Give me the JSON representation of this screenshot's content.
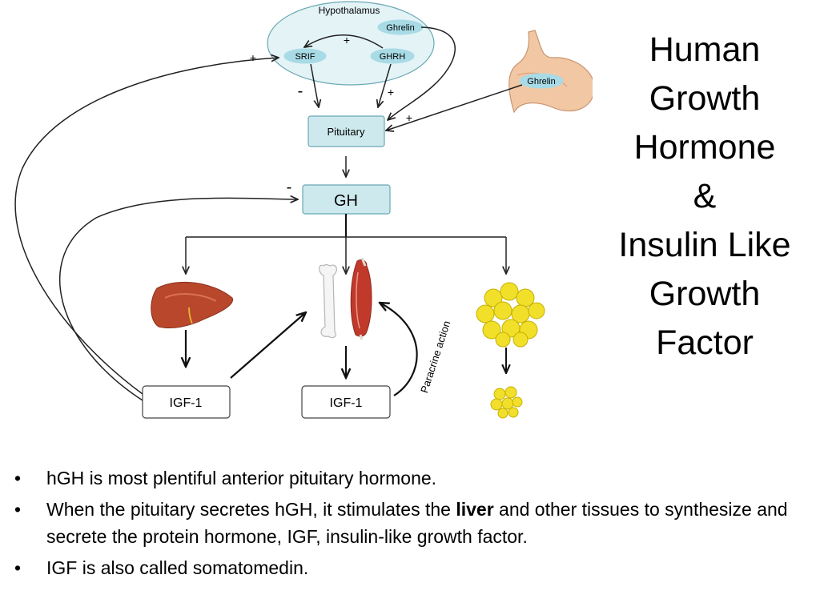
{
  "diagram": {
    "hypothalamus": "Hypothalamus",
    "ghrelin_brain": "Ghrelin",
    "ghrelin_stomach": "Ghrelin",
    "srif": "SRIF",
    "ghrh": "GHRH",
    "pituitary": "Pituitary",
    "gh": "GH",
    "igf_left": "IGF-1",
    "igf_mid": "IGF-1",
    "paracrine": "Paracrine action",
    "signs": {
      "plus_srif_ghrh": "+",
      "plus_feedback": "+",
      "minus_srif": "-",
      "plus_ghrh": "+",
      "plus_stomach": "+",
      "minus_gh": "-"
    },
    "colors": {
      "node_fill": "#cde9ee",
      "node_stroke": "#6aa8b3",
      "liver": "#b8472c",
      "fat": "#f2df2a",
      "stomach": "#f2c8a4",
      "muscle": "#c0392b"
    },
    "icons": [
      "liver-icon",
      "bone-muscle-icon",
      "fat-cells-icon",
      "small-fat-cells-icon",
      "stomach-icon"
    ]
  },
  "title_lines": [
    "Human",
    "Growth",
    "Hormone",
    "&",
    "Insulin Like",
    "Growth",
    "Factor"
  ],
  "bullets": {
    "b1": "hGH is most plentiful anterior pituitary hormone.",
    "b2_pre": "When the pituitary secretes hGH, it stimulates the ",
    "b2_bold": "liver",
    "b2_post": " and other tissues to synthesize and secrete the protein hormone, IGF, insulin-like growth factor.",
    "b3": "IGF is also called somatomedin.",
    "marker": "•"
  }
}
